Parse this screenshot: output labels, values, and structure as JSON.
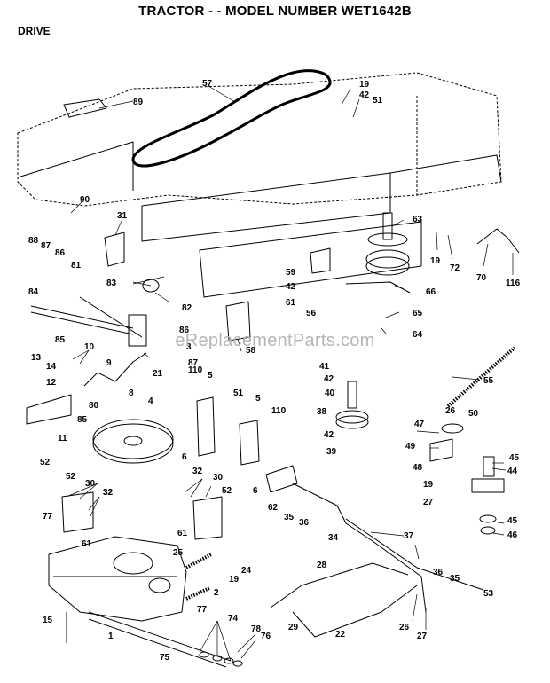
{
  "header": {
    "title": "TRACTOR - - MODEL NUMBER WET1642B",
    "section": "DRIVE"
  },
  "watermark": "eReplacementParts.com",
  "callouts": [
    {
      "id": "c-57",
      "text": "57"
    },
    {
      "id": "c-19a",
      "text": "19"
    },
    {
      "id": "c-42a",
      "text": "42"
    },
    {
      "id": "c-51a",
      "text": "51"
    },
    {
      "id": "c-89",
      "text": "89"
    },
    {
      "id": "c-90",
      "text": "90"
    },
    {
      "id": "c-31",
      "text": "31"
    },
    {
      "id": "c-63",
      "text": "63"
    },
    {
      "id": "c-88",
      "text": "88"
    },
    {
      "id": "c-87a",
      "text": "87"
    },
    {
      "id": "c-86a",
      "text": "86"
    },
    {
      "id": "c-81",
      "text": "81"
    },
    {
      "id": "c-84",
      "text": "84"
    },
    {
      "id": "c-83",
      "text": "83"
    },
    {
      "id": "c-82",
      "text": "82"
    },
    {
      "id": "c-19b",
      "text": "19"
    },
    {
      "id": "c-72",
      "text": "72"
    },
    {
      "id": "c-70",
      "text": "70"
    },
    {
      "id": "c-116",
      "text": "116"
    },
    {
      "id": "c-59",
      "text": "59"
    },
    {
      "id": "c-42b",
      "text": "42"
    },
    {
      "id": "c-61a",
      "text": "61"
    },
    {
      "id": "c-66",
      "text": "66"
    },
    {
      "id": "c-56",
      "text": "56"
    },
    {
      "id": "c-65",
      "text": "65"
    },
    {
      "id": "c-64",
      "text": "64"
    },
    {
      "id": "c-85a",
      "text": "85"
    },
    {
      "id": "c-86b",
      "text": "86"
    },
    {
      "id": "c-58",
      "text": "58"
    },
    {
      "id": "c-10",
      "text": "10"
    },
    {
      "id": "c-3",
      "text": "3"
    },
    {
      "id": "c-87b",
      "text": "87"
    },
    {
      "id": "c-13",
      "text": "13"
    },
    {
      "id": "c-14",
      "text": "14"
    },
    {
      "id": "c-9",
      "text": "9"
    },
    {
      "id": "c-21",
      "text": "21"
    },
    {
      "id": "c-41",
      "text": "41"
    },
    {
      "id": "c-42c",
      "text": "42"
    },
    {
      "id": "c-55",
      "text": "55"
    },
    {
      "id": "c-12",
      "text": "12"
    },
    {
      "id": "c-110a",
      "text": "110"
    },
    {
      "id": "c-5a",
      "text": "5"
    },
    {
      "id": "c-40",
      "text": "40"
    },
    {
      "id": "c-8",
      "text": "8"
    },
    {
      "id": "c-80",
      "text": "80"
    },
    {
      "id": "c-4",
      "text": "4"
    },
    {
      "id": "c-51b",
      "text": "51"
    },
    {
      "id": "c-5b",
      "text": "5"
    },
    {
      "id": "c-38",
      "text": "38"
    },
    {
      "id": "c-26a",
      "text": "26"
    },
    {
      "id": "c-50",
      "text": "50"
    },
    {
      "id": "c-85b",
      "text": "85"
    },
    {
      "id": "c-110b",
      "text": "110"
    },
    {
      "id": "c-47",
      "text": "47"
    },
    {
      "id": "c-11",
      "text": "11"
    },
    {
      "id": "c-42d",
      "text": "42"
    },
    {
      "id": "c-49",
      "text": "49"
    },
    {
      "id": "c-6a",
      "text": "6"
    },
    {
      "id": "c-39",
      "text": "39"
    },
    {
      "id": "c-45a",
      "text": "45"
    },
    {
      "id": "c-52a",
      "text": "52"
    },
    {
      "id": "c-48",
      "text": "48"
    },
    {
      "id": "c-44",
      "text": "44"
    },
    {
      "id": "c-32a",
      "text": "32"
    },
    {
      "id": "c-52b",
      "text": "52"
    },
    {
      "id": "c-30a",
      "text": "30"
    },
    {
      "id": "c-32b",
      "text": "32"
    },
    {
      "id": "c-30b",
      "text": "30"
    },
    {
      "id": "c-6b",
      "text": "6"
    },
    {
      "id": "c-52c",
      "text": "52"
    },
    {
      "id": "c-19c",
      "text": "19"
    },
    {
      "id": "c-62",
      "text": "62"
    },
    {
      "id": "c-35a",
      "text": "35"
    },
    {
      "id": "c-36a",
      "text": "36"
    },
    {
      "id": "c-27a",
      "text": "27"
    },
    {
      "id": "c-45b",
      "text": "45"
    },
    {
      "id": "c-46",
      "text": "46"
    },
    {
      "id": "c-32c",
      "text": "32"
    },
    {
      "id": "c-77a",
      "text": "77"
    },
    {
      "id": "c-61b",
      "text": "61"
    },
    {
      "id": "c-61c",
      "text": "61"
    },
    {
      "id": "c-34",
      "text": "34"
    },
    {
      "id": "c-37",
      "text": "37"
    },
    {
      "id": "c-25",
      "text": "25"
    },
    {
      "id": "c-24",
      "text": "24"
    },
    {
      "id": "c-19d",
      "text": "19"
    },
    {
      "id": "c-28",
      "text": "28"
    },
    {
      "id": "c-36b",
      "text": "36"
    },
    {
      "id": "c-35b",
      "text": "35"
    },
    {
      "id": "c-2",
      "text": "2"
    },
    {
      "id": "c-53",
      "text": "53"
    },
    {
      "id": "c-77b",
      "text": "77"
    },
    {
      "id": "c-15",
      "text": "15"
    },
    {
      "id": "c-74",
      "text": "74"
    },
    {
      "id": "c-1",
      "text": "1"
    },
    {
      "id": "c-29",
      "text": "29"
    },
    {
      "id": "c-26b",
      "text": "26"
    },
    {
      "id": "c-78",
      "text": "78"
    },
    {
      "id": "c-27b",
      "text": "27"
    },
    {
      "id": "c-22",
      "text": "22"
    },
    {
      "id": "c-76",
      "text": "76"
    },
    {
      "id": "c-75",
      "text": "75"
    }
  ]
}
